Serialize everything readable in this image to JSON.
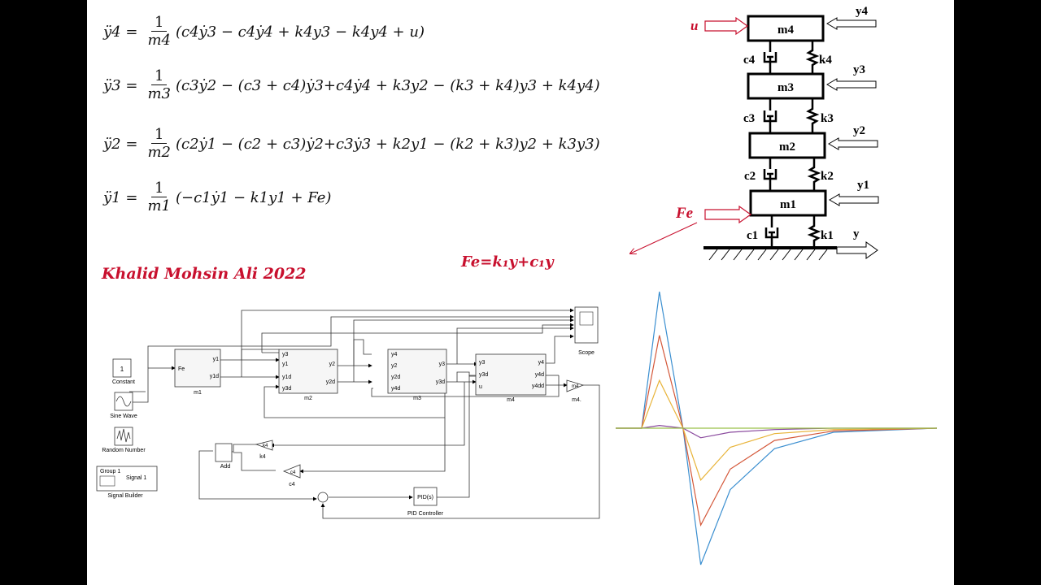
{
  "equations": [
    {
      "lhs": "ÿ4 =",
      "num": "1",
      "den": "m4",
      "rhs": "(c4ẏ3 − c4ẏ4 + k4y3 − k4y4 + u)"
    },
    {
      "lhs": "ÿ3 =",
      "num": "1",
      "den": "m3",
      "rhs": "(c3ẏ2 − (c3 + c4)ẏ3+c4ẏ4 + k3y2 − (k3 + k4)y3 + k4y4)"
    },
    {
      "lhs": "ÿ2 =",
      "num": "1",
      "den": "m2",
      "rhs": "(c2ẏ1 − (c2 + c3)ẏ2+c3ẏ3 + k2y1 − (k2 + k3)y2 + k3y3)"
    },
    {
      "lhs": "ÿ1 =",
      "num": "1",
      "den": "m1",
      "rhs": "(−c1ẏ1 − k1y1 + Fe)"
    }
  ],
  "author": "Khalid Mohsin Ali 2022",
  "fe_formula": "Fe=k₁y+c₁y",
  "mechanical": {
    "masses": [
      "m4",
      "m3",
      "m2",
      "m1"
    ],
    "dampers": [
      "c4",
      "c3",
      "c2",
      "c1"
    ],
    "springs": [
      "k4",
      "k3",
      "k2",
      "k1"
    ],
    "outputs": [
      "y4",
      "y3",
      "y2",
      "y1"
    ],
    "input_u": "u",
    "input_fe": "Fe",
    "ground_y": "y"
  },
  "simulink": {
    "constant_value": "1",
    "constant_label": "Constant",
    "sine_label": "Sine Wave",
    "random_label": "Random Number",
    "sigbuilder_group": "Group 1",
    "sigbuilder_signal": "Signal 1",
    "sigbuilder_label": "Signal Builder",
    "m1": {
      "label": "m1",
      "in": [
        "Fe"
      ],
      "out": [
        "y1",
        "y1d"
      ]
    },
    "m2": {
      "label": "m2",
      "in": [
        "y3",
        "y1",
        "y1d",
        "y3d"
      ],
      "out": [
        "y2",
        "y2d"
      ]
    },
    "m3": {
      "label": "m3",
      "in": [
        "y4",
        "y2",
        "y2d",
        "y4d"
      ],
      "out": [
        "y3",
        "y3d"
      ]
    },
    "m4": {
      "label": "m4",
      "in": [
        "y3",
        "y3d",
        "u"
      ],
      "out": [
        "y4",
        "y4d",
        "y4dd"
      ]
    },
    "gain_m4": "m4",
    "gain_m4_label": "m4.",
    "gain_k4": "k4",
    "gain_k4_label": "k4",
    "gain_c4": "c4",
    "gain_c4_label": "c4",
    "add_label": "Add",
    "pid_text": "PID(s)",
    "pid_label": "PID Controller",
    "scope_label": "Scope"
  },
  "colors": {
    "accent_red": "#c8102e",
    "curve_blue": "#3b8fd0",
    "curve_red": "#d4583a",
    "curve_yellow": "#e8b43a",
    "curve_purple": "#8a4a9e",
    "curve_green": "#9ac04a"
  },
  "chart_data": {
    "type": "line",
    "series": [
      {
        "values_x": [
          0,
          0.06,
          0.14,
          0.2,
          0.3,
          0.45,
          0.65,
          1.0
        ],
        "values_y": [
          0,
          1.0,
          0,
          -1.0,
          -0.45,
          -0.15,
          -0.03,
          0
        ]
      },
      {
        "values_x": [
          0,
          0.06,
          0.14,
          0.2,
          0.3,
          0.45,
          0.65,
          1.0
        ],
        "values_y": [
          0,
          0.68,
          0,
          -0.71,
          -0.3,
          -0.09,
          -0.02,
          0
        ]
      },
      {
        "values_x": [
          0,
          0.06,
          0.14,
          0.2,
          0.3,
          0.45,
          0.65,
          1.0
        ],
        "values_y": [
          0,
          0.35,
          0,
          -0.38,
          -0.14,
          -0.04,
          -0.01,
          0
        ]
      },
      {
        "values_x": [
          0,
          0.06,
          0.14,
          0.2,
          0.3,
          0.45,
          0.65,
          1.0
        ],
        "values_y": [
          0,
          0.02,
          0,
          -0.07,
          -0.03,
          -0.01,
          0,
          0
        ]
      },
      {
        "values_x": [
          0,
          1.0
        ],
        "values_y": [
          0,
          0
        ]
      }
    ]
  }
}
